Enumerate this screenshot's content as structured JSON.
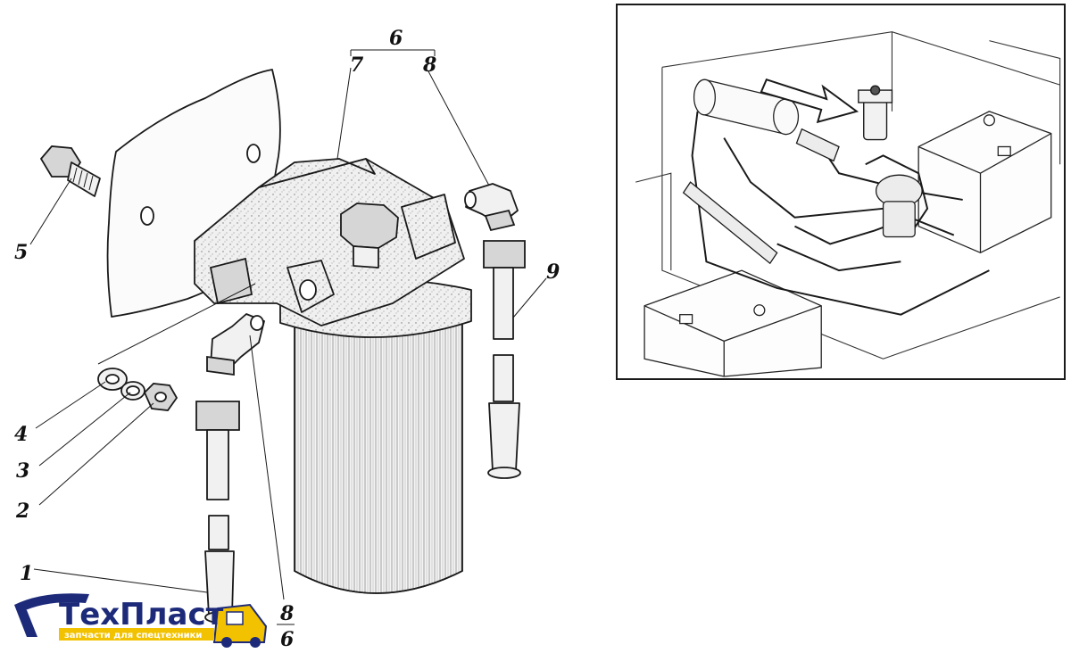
{
  "callouts": {
    "c1": "1",
    "c2": "2",
    "c3": "3",
    "c4": "4",
    "c5": "5",
    "c6_top": "6",
    "c7": "7",
    "c8_top": "8",
    "c9": "9",
    "c8_bottom_num": "8",
    "c8_bottom_den": "6"
  },
  "logo": {
    "brand": "ТехПласт",
    "tagline": "запчасти для спецтехники",
    "colors": {
      "brand": "#1d2a7a",
      "accent": "#f2c200"
    }
  },
  "inset": {
    "arrow_icon": "pointer-arrow-icon"
  }
}
